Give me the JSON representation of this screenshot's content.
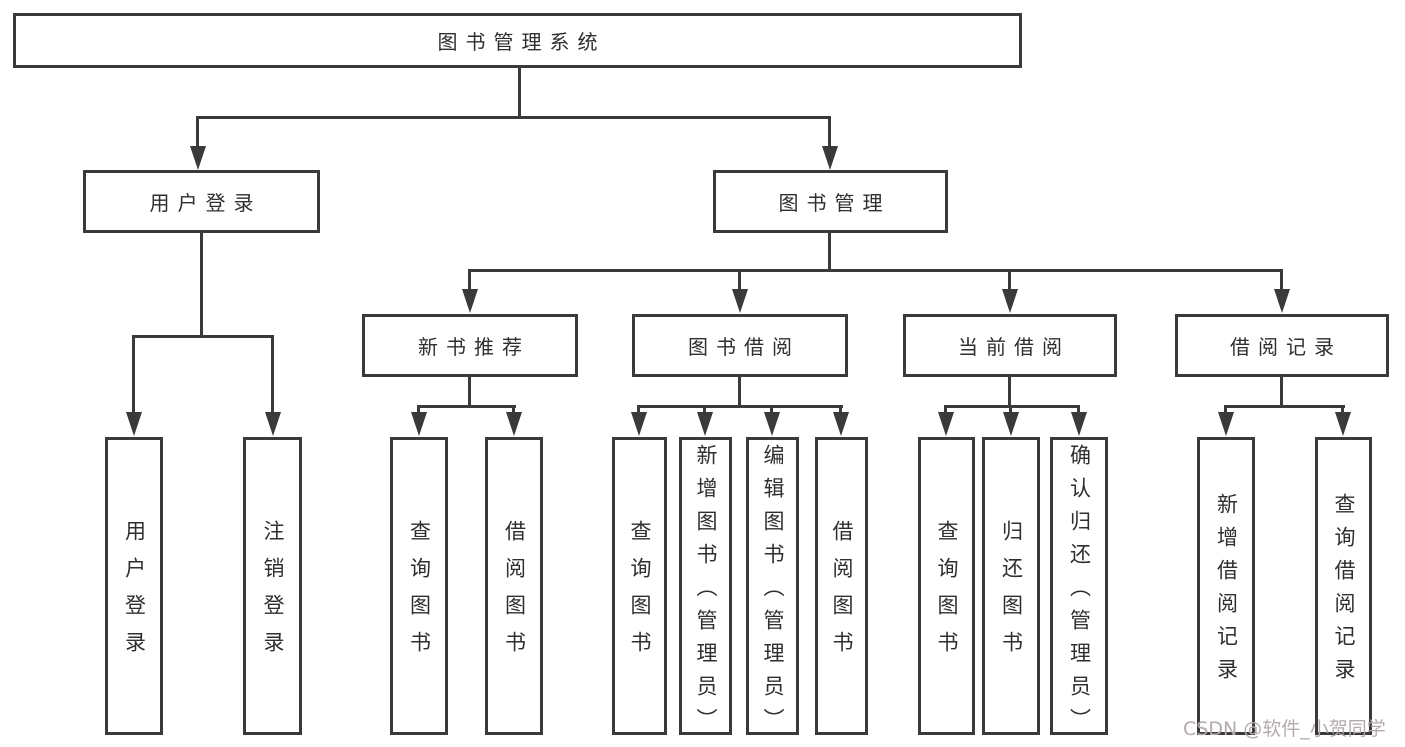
{
  "title": "图书管理系统",
  "level2": {
    "user_login": "用户登录",
    "book_mgmt": "图书管理"
  },
  "level3": {
    "new_books": "新书推荐",
    "book_borrow": "图书借阅",
    "current_borrow": "当前借阅",
    "borrow_records": "借阅记录"
  },
  "leaves": {
    "user_login_leaf": "用户登录",
    "logout": "注销登录",
    "nb_query": "查询图书",
    "nb_borrow": "借阅图书",
    "bb_query": "查询图书",
    "bb_add": "新增图书（管理员）",
    "bb_edit": "编辑图书（管理员）",
    "bb_borrow": "借阅图书",
    "cb_query": "查询图书",
    "cb_return": "归还图书",
    "cb_confirm": "确认归还（管理员）",
    "br_add": "新增借阅记录",
    "br_query": "查询借阅记录"
  },
  "watermark": "CSDN @软件_小贺同学",
  "colors": {
    "line": "#3a3a3a",
    "text": "#2f2f2f",
    "watermark_color": "#b3aaac"
  }
}
